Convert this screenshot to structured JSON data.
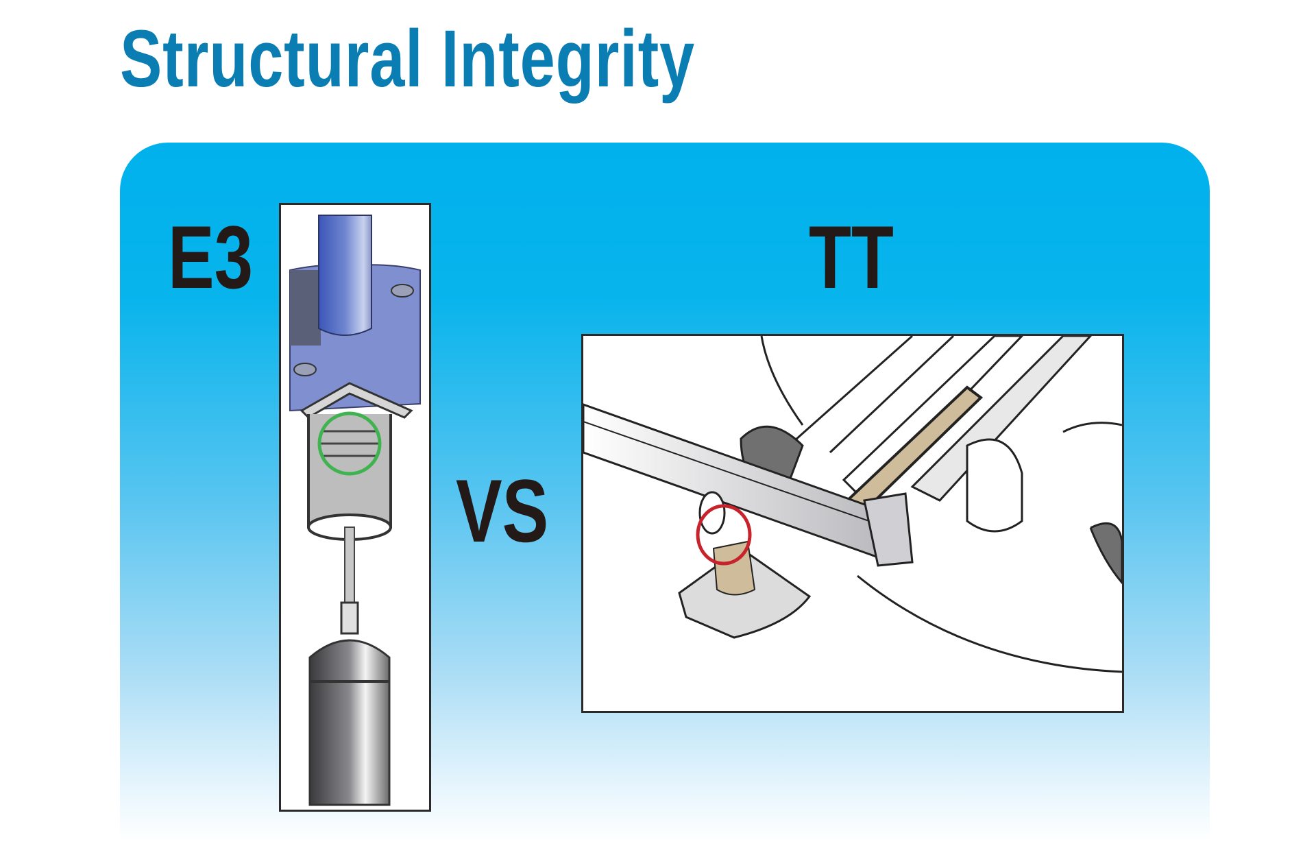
{
  "title": "Structural Integrity",
  "comparison": {
    "left_label": "E3",
    "vs_label": "VS",
    "right_label": "TT"
  },
  "colors": {
    "title": "#0a7db3",
    "panel_top": "#00b1ec",
    "panel_bottom": "#ffffff",
    "label_text": "#231a18",
    "e3_highlight_ring": "#3fb34f",
    "tt_highlight_ring": "#c8232c",
    "e3_body_blue": "#7f8fd0"
  },
  "illustrations": {
    "left": "e3-valve-assembly-illustration",
    "right": "tt-cutter-mechanism-illustration"
  }
}
